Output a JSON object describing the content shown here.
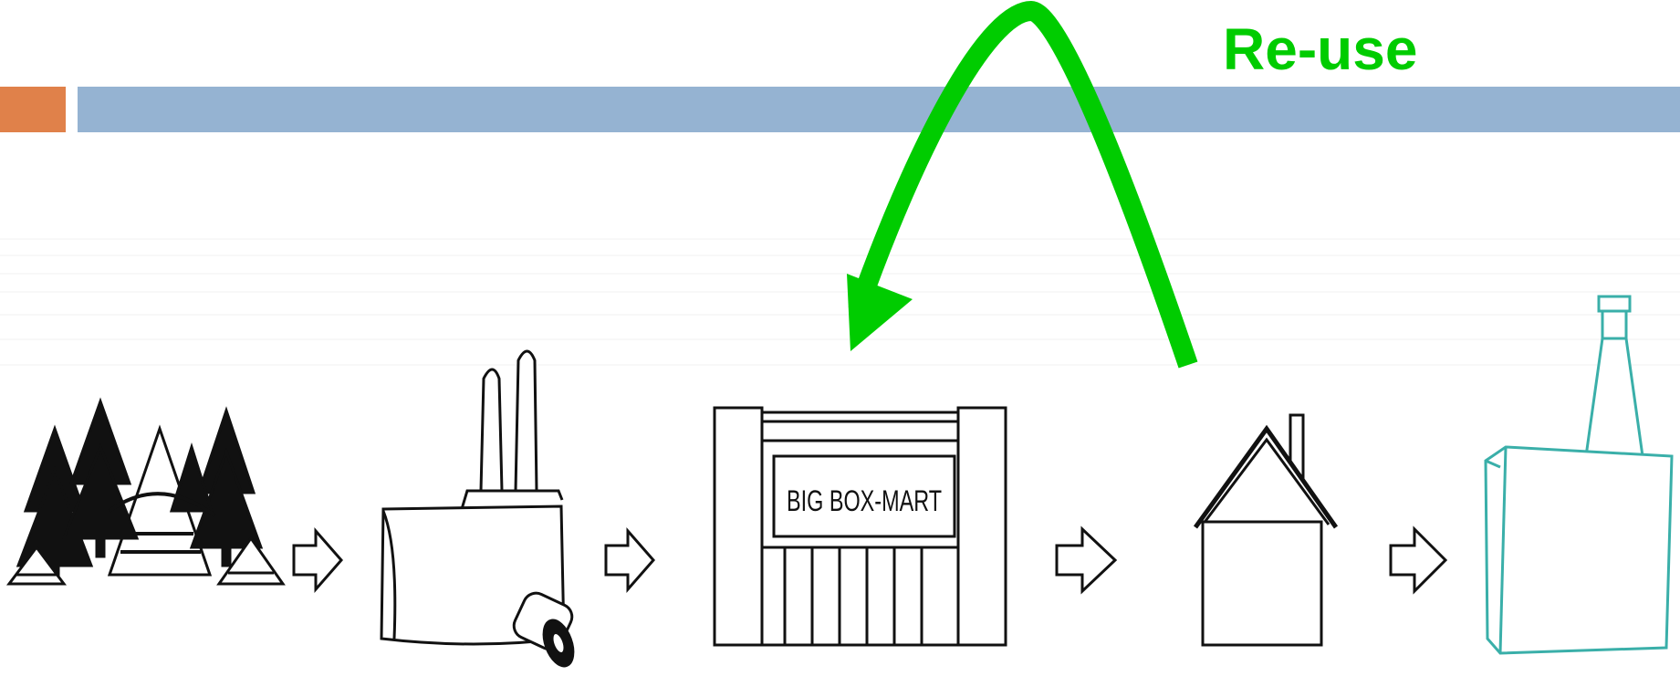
{
  "header": {
    "accent_color": "#E0814A",
    "bar_color": "#95B3D2"
  },
  "annotation": {
    "label": "Re-use",
    "color": "#00CC00"
  },
  "stages": [
    {
      "name": "forest",
      "icon": "forest-mountain-icon"
    },
    {
      "name": "factory",
      "icon": "factory-icon"
    },
    {
      "name": "store",
      "icon": "store-icon",
      "sign": "BIG BOX-MART"
    },
    {
      "name": "house",
      "icon": "house-icon"
    },
    {
      "name": "landfill",
      "icon": "landfill-smokestack-icon",
      "color": "#3AAFA9"
    }
  ],
  "flow_arrow_count": 4
}
